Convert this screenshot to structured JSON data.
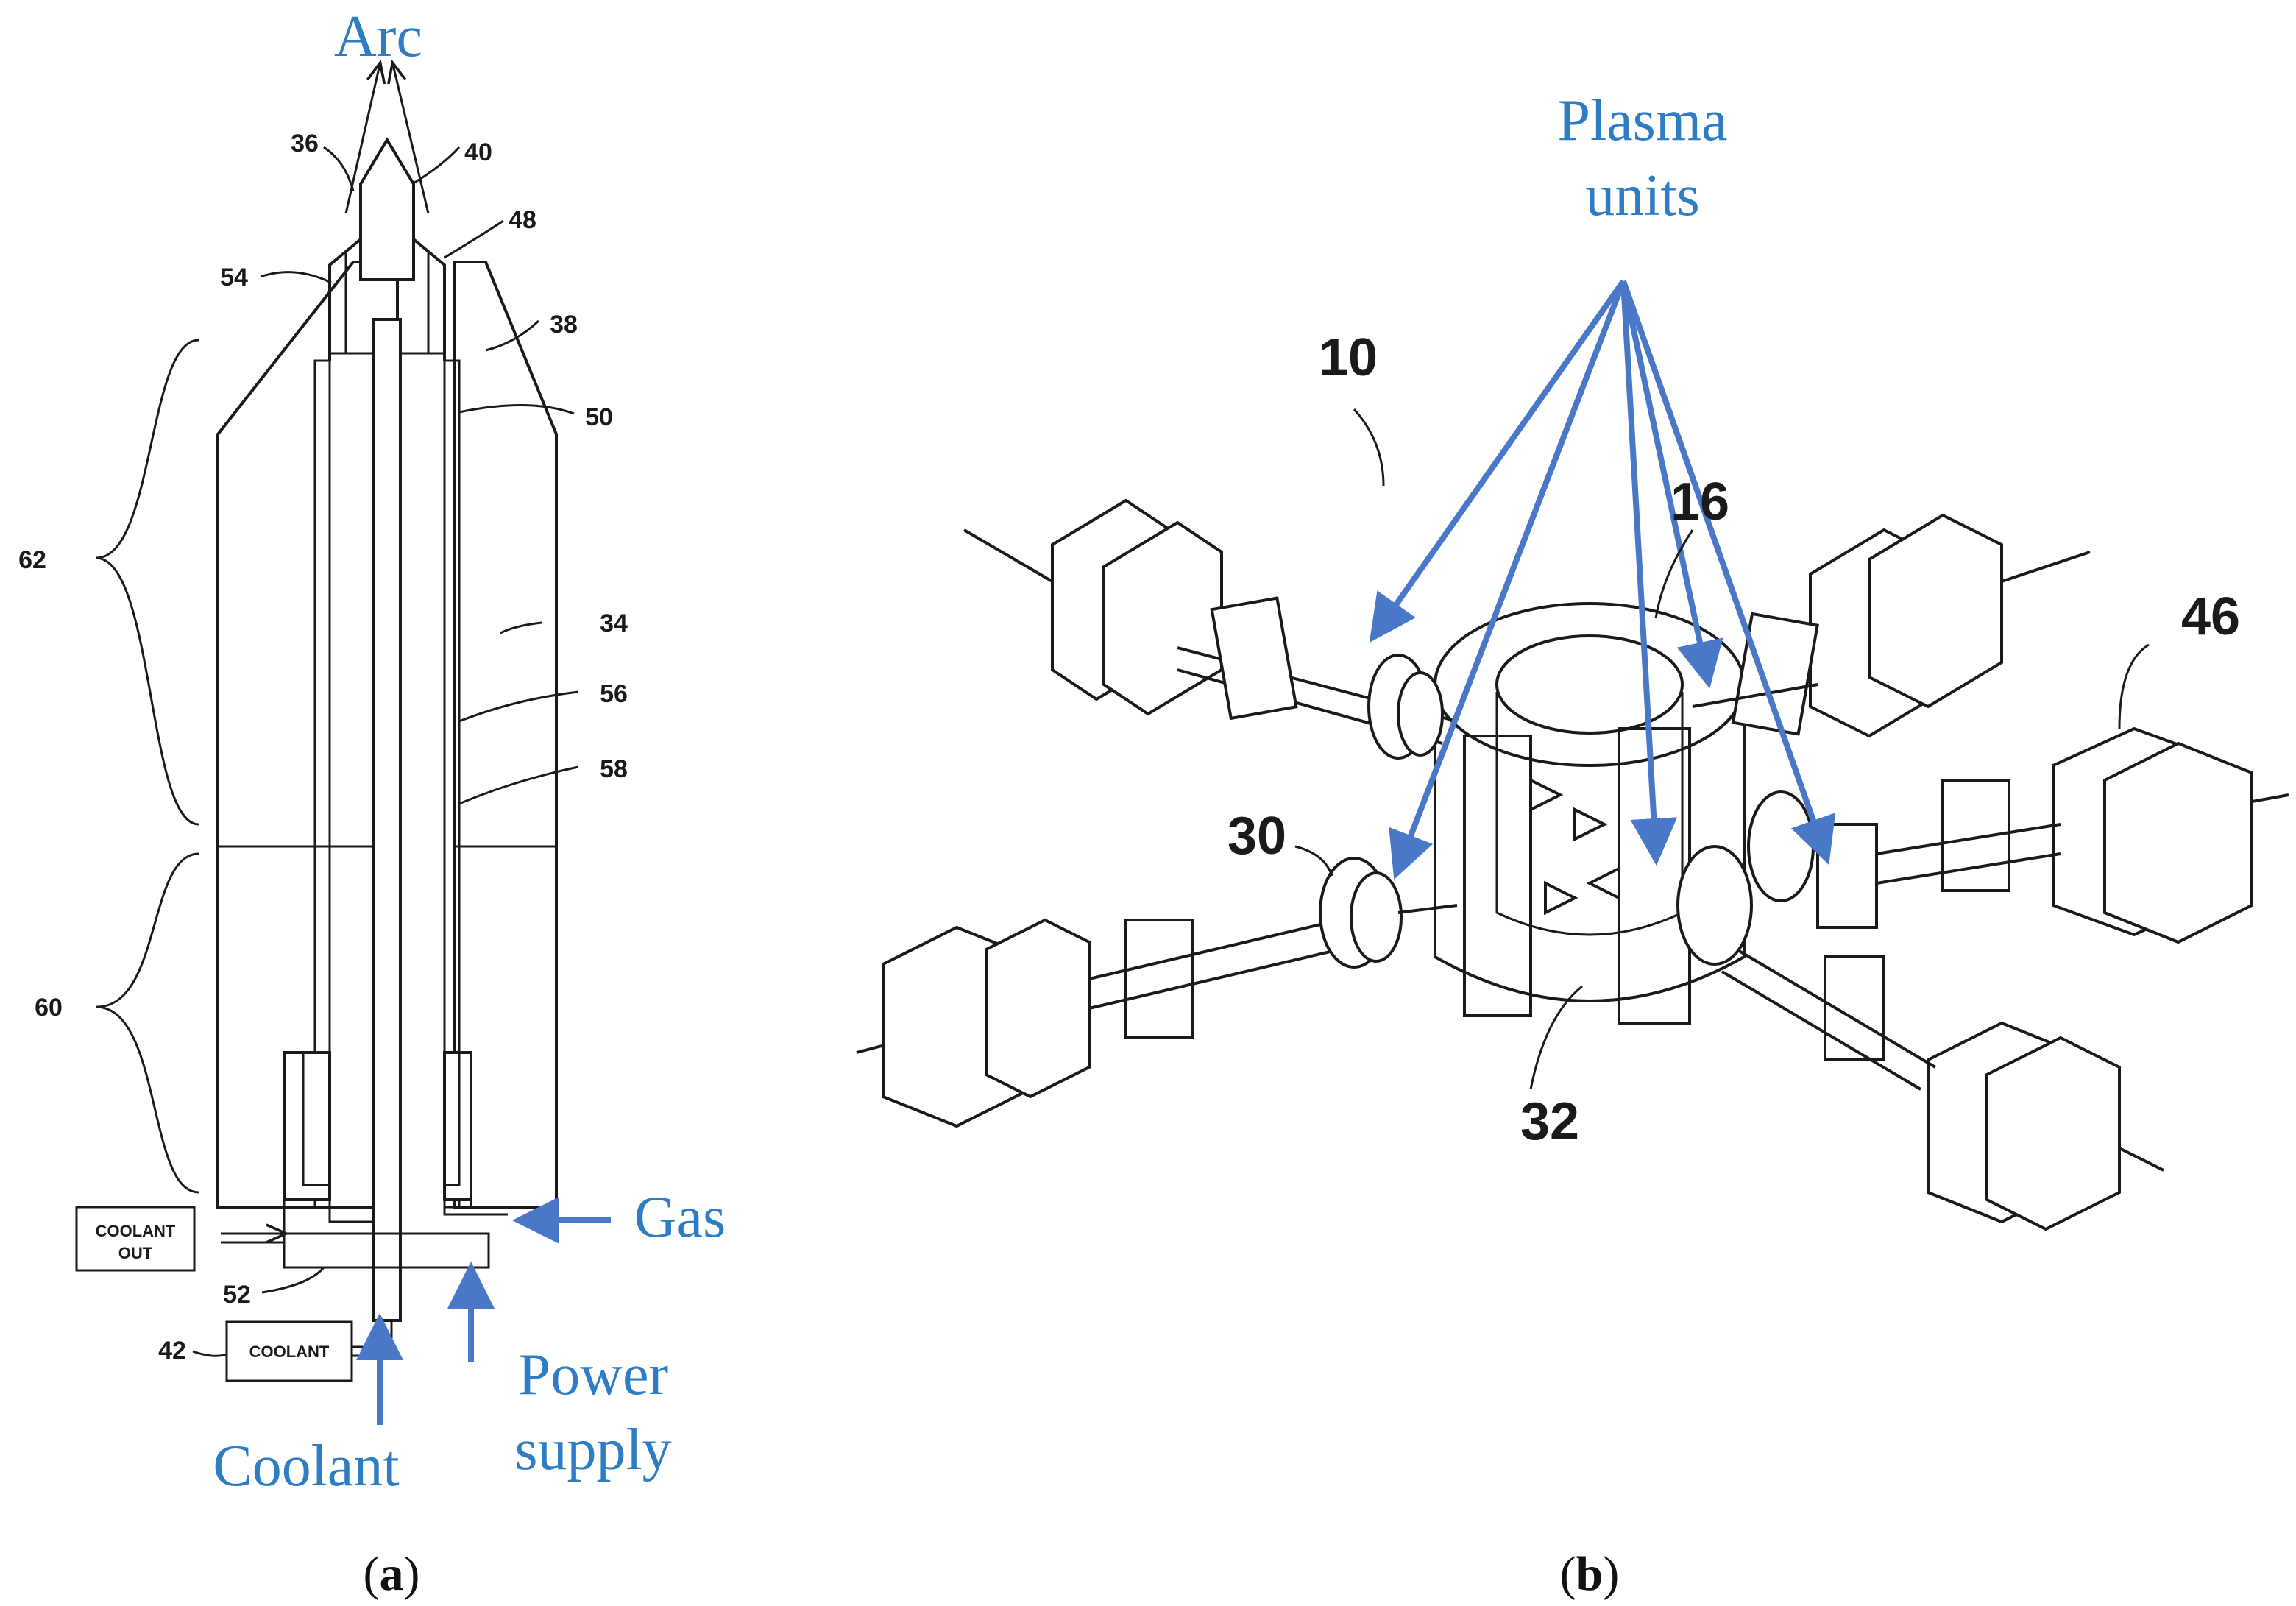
{
  "panel_a": {
    "title_arc": "Arc",
    "labels": {
      "n36": "36",
      "n40": "40",
      "n48": "48",
      "n54": "54",
      "n38": "38",
      "n50": "50",
      "n62": "62",
      "n34": "34",
      "n56": "56",
      "n58": "58",
      "n60": "60",
      "n52": "52",
      "n42": "42"
    },
    "coolant_out_line1": "COOLANT",
    "coolant_out_line2": "OUT",
    "coolant_box": "COOLANT",
    "gas": "Gas",
    "power_line1": "Power",
    "power_line2": "supply",
    "coolant": "Coolant",
    "caption_open": "(",
    "caption_letter": "a",
    "caption_close": ")"
  },
  "panel_b": {
    "plasma_line1": "Plasma",
    "plasma_line2": "units",
    "labels": {
      "n10": "10",
      "n16": "16",
      "n46": "46",
      "n30": "30",
      "n32": "32"
    },
    "caption_open": "(",
    "caption_letter": "b",
    "caption_close": ")"
  },
  "colors": {
    "annotation_blue": "#2e7cc4",
    "arrow_blue": "#4a78c8"
  }
}
